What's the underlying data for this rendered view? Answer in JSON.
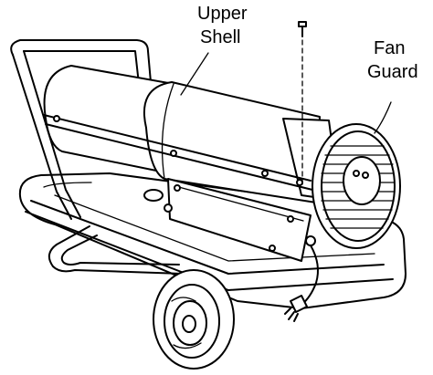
{
  "callouts": {
    "upper_shell": {
      "line1": "Upper",
      "line2": "Shell"
    },
    "fan_guard": {
      "line1": "Fan",
      "line2": "Guard"
    }
  }
}
